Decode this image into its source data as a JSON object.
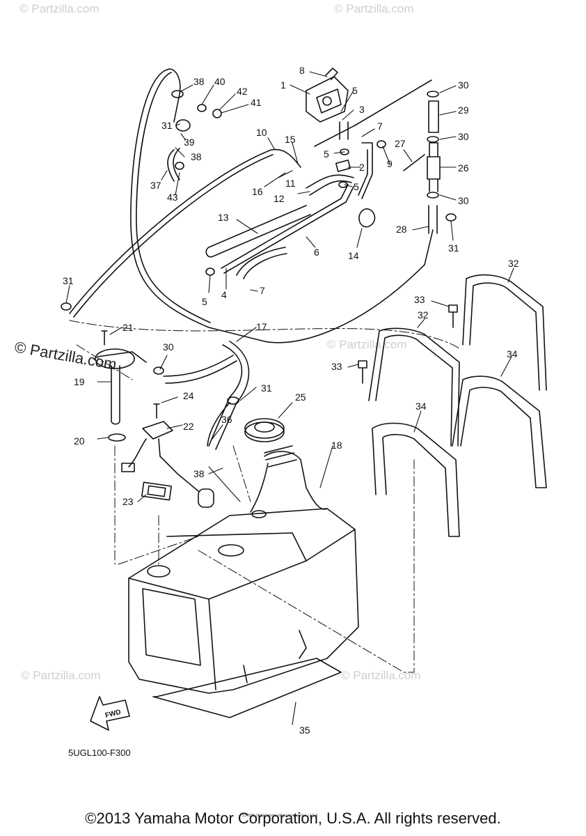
{
  "watermarks": {
    "site": "© Partzilla.com",
    "site_dark": "© Partzilla.com"
  },
  "parts": {
    "p1": "1",
    "p2": "2",
    "p3": "3",
    "p4": "4",
    "p5a": "5",
    "p5b": "5",
    "p5c": "5",
    "p5d": "5",
    "p6": "6",
    "p7a": "7",
    "p7b": "7",
    "p8": "8",
    "p9": "9",
    "p10": "10",
    "p11": "11",
    "p12": "12",
    "p13": "13",
    "p14": "14",
    "p15": "15",
    "p16": "16",
    "p17": "17",
    "p18": "18",
    "p19": "19",
    "p20": "20",
    "p21": "21",
    "p22": "22",
    "p23": "23",
    "p24": "24",
    "p25": "25",
    "p26": "26",
    "p27": "27",
    "p28": "28",
    "p29": "29",
    "p30a": "30",
    "p30b": "30",
    "p30c": "30",
    "p30d": "30",
    "p31a": "31",
    "p31b": "31",
    "p31c": "31",
    "p31d": "31",
    "p32a": "32",
    "p32b": "32",
    "p33a": "33",
    "p33b": "33",
    "p34a": "34",
    "p34b": "34",
    "p35": "35",
    "p36": "36",
    "p37": "37",
    "p38a": "38",
    "p38b": "38",
    "p38c": "38",
    "p39": "39",
    "p40": "40",
    "p41": "41",
    "p42": "42",
    "p43": "43"
  },
  "fwd": "FWD",
  "diagram_code": "5UGL100-F300",
  "small_notice": "(c) 2005-2016 Yamaha Motor Corporation, U.S.A.",
  "copyright": "©2013 Yamaha Motor Corporation, U.S.A. All rights reserved."
}
